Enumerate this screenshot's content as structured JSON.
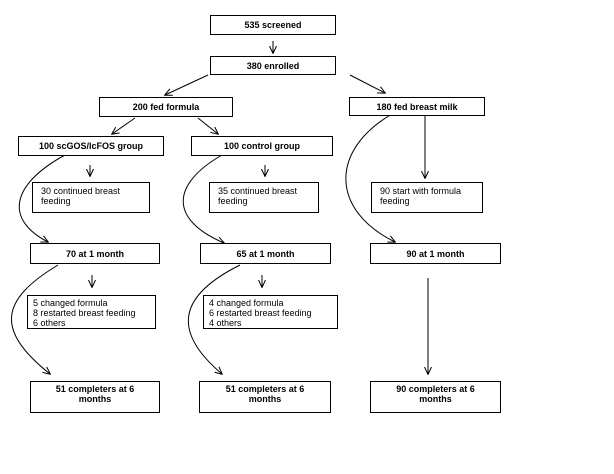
{
  "flow": {
    "screened": "535 screened",
    "enrolled": "380 enrolled",
    "fed_formula": "200 fed formula",
    "fed_breast_milk": "180 fed breast milk",
    "scgos_group": "100 scGOS/lcFOS group",
    "control_group": "100 control group",
    "scgos_continued": [
      "30 continued breast",
      "feeding"
    ],
    "control_continued": [
      "35 continued breast",
      "feeding"
    ],
    "breast_start_formula": [
      "90 start with formula",
      "feeding"
    ],
    "scgos_1month": "70 at 1 month",
    "control_1month": "65 at 1 month",
    "breast_1month": "90 at 1 month",
    "scgos_dropouts": [
      "5 changed formula",
      "8 restarted breast feeding",
      "6 others"
    ],
    "control_dropouts": [
      "4 changed formula",
      "6 restarted breast feeding",
      "4 others"
    ],
    "scgos_completers": [
      "51 completers at 6",
      "months"
    ],
    "control_completers": [
      "51 completers at 6",
      "months"
    ],
    "breast_completers": [
      "90 completers at 6",
      "months"
    ]
  }
}
